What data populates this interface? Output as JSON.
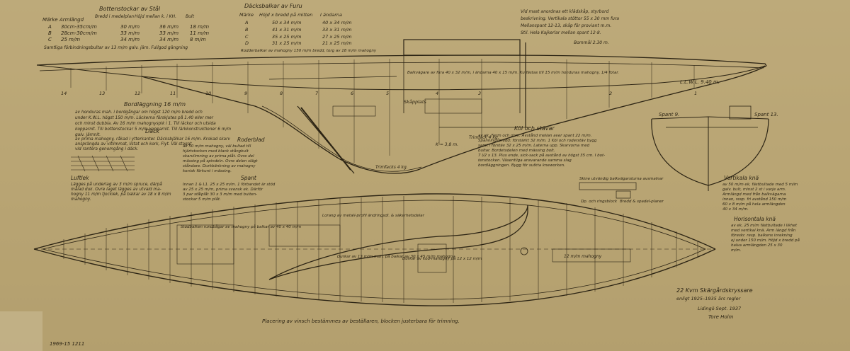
{
  "tables": {
    "col_a_header": "Märke",
    "col_b_header": "Armlängd",
    "bottenstock_title": "Bottenstockar av Stål",
    "bottenstock_cols": [
      "Bredd i medelplan",
      "Höjd mellan k. i KH.",
      "Bult"
    ],
    "bottenstock_rows": [
      [
        "A",
        "30cm-35cm/m",
        "30 m/m",
        "36 m/m",
        "18 m/m"
      ],
      [
        "B",
        "28cm-30cm/m",
        "33 m/m",
        "33 m/m",
        "11 m/m"
      ],
      [
        "C",
        "25 m/m",
        "34 m/m",
        "34 m/m",
        "8 m/m"
      ]
    ],
    "bottenstock_note": "Samtliga förbindningsbultar av 13 m/m galv. järn. Fullgod gängning",
    "dack_title": "Däcksbalkar av Furu",
    "dack_cols": [
      "Märke",
      "Höjd x bredd på mitten",
      "I ändarna"
    ],
    "dack_rows": [
      [
        "A",
        "50 x 34 m/m",
        "40 x 34 m/m"
      ],
      [
        "B",
        "41 x 31 m/m",
        "33 x 31 m/m"
      ],
      [
        "C",
        "35 x 25 m/m",
        "27 x 25 m/m"
      ],
      [
        "D",
        "31 x 25 m/m",
        "21 x 25 m/m"
      ]
    ],
    "dack_note": "Rodderbalkar av mahogny 150 m/m bredd, torg av 18 m/m mahogny"
  },
  "notes": {
    "top_right": [
      "Vid mast anordnas ett klädskåp, styrbord",
      "beskrivning. Vertikala stöttor 55 x 30 mm fura",
      "Mellanspant 12-13, skåp för proviant m.m.",
      "Stil. Hela Kajkerlar mellan spant 12-8."
    ],
    "bommar": "Bommål 2.30 m.",
    "bordlaggning_title": "Bordläggning 16 m/m",
    "bordlaggning_text": [
      "av honduras mah. i bordgångar om högst 120 m/m bredd och",
      "under K.W.L. högst 150 m/m. Läckerna förskjutes på 1.40 eller mer",
      "och minst dubbla. Av 16 m/m mahognyspik i 1. Till läckor och utsida",
      "kopparnit. Till bottenstockar 5 m/m kopparnit. Till lärkkonstruktioner 6 m/m",
      "galv. järnnit."
    ],
    "dack_heading": "Däck",
    "dack_text": [
      "av prima mahogny, råkad i ytterkanter. Däcksbjälkar 16 m/m. Krokad skarv",
      "ansprängda av vitlimmat, listat och kork, Flyt. Väl stagat",
      "vid rantera genomgång i däck."
    ],
    "luftlek_title": "Luftlek",
    "luftlek_text": [
      "Lägges på underlag av 3 m/m spruce, därpå",
      "målad duk. Ovre laget lägges av utvald ma-",
      "hogny 11 m/m tjocklek, på balkar av 18 x 8 m/m",
      "mahogny."
    ],
    "roder_title": "Roderblad",
    "roder_text": [
      "av 50 m/m mahogny, väl bultad till",
      "hjärtstocken med blank stångbult",
      "skarvlimning av prima plåt. Ovre del",
      "mässing på spindeln. Ovre delen slägt",
      "ståndare. Durkbänkning av mahogny",
      "konisk förkunt i mässing."
    ],
    "spant_title": "Spant",
    "spant_text": [
      "Innan 1 & L1. 25 x 25 m/m. 1 förbandet är stöd",
      "av 25 x 25 m/m, prima svensk ek. Därför",
      "3 par stålplåt 30 x 3 m/m med bulten-",
      "stockar 5 m/m plåt."
    ],
    "kol_title": "Köl och stävar",
    "kol_text": [
      "av ek. Ferm och ohm. Avstånd mellan aver spant 22 m/m.",
      "Spanningsbredd: förstärkt 32 m/m. 1 Köl och roderstäv bygg",
      "samt i förstäv 32 x 25 m/m. Laterna upp. Skarvorna med",
      "bultar. Bordetsdelen med mässing bolt.",
      "7 l/2 x 13. Plus ende, sick-sack på avstånd av högst 35 cm. I bot-",
      "tenstocken. Väsentliga ansvarande samma slag",
      "bordläggningen. Bygg för sutkta kneworken."
    ],
    "vert_title": "Vertikala knä",
    "vert_text": [
      "av 50 m/m ek, fästbultade med 5 m/m",
      "galv. bult, minst 2 st i varje arm.",
      "Armlängd med från balkvägarna",
      "innan, resp. fri avstånd 150 m/m",
      "60 x 8 m/m på hela armlängden",
      "40 x 34 m/m."
    ],
    "horiz_title": "Horisontala knä",
    "horiz_text": [
      "av ek, 25 m/m fästbultade i likhet",
      "med vertikal knä. Arm längd från",
      "föreskr. resp. balkens inrekning",
      "ej under 150 m/m. Höjd x bredd på",
      "halva armlängden 25 x 30",
      "m/m."
    ],
    "inside_1": "Stödbalken rundbågar av mahogny på balkar av 40 x 40 m/m",
    "inside_2": "Lorang av metall-profil ändringsdl. & säkerhetsdelar",
    "inside_3": "Durkar av 13 m/m mah. på balkar av 30 x 45 m/m mahogny",
    "inside_4": "Durkar av kod-mahogny på 12 x 12 m/m",
    "inside_5": "12 m/m mahogny",
    "skine": "Skine utvändig balkvägarsturna avsmalnar",
    "dp": "Dp. och ringsblock",
    "bredd": "Bredd & spadel-planer",
    "balk_note": "Balkvägare av fura 40 x 32 m/m, i ändarna 40 x 15 m/m. Ku fästas till 15 m/m honduras mahogny, 1/4 fotar.",
    "skapplats": "Skåpplats",
    "trimfack": "Trimfack 4 kg.",
    "trimfacks": "Trimfacks 4 kg.",
    "lwl": "L.L.W.L. 9.40 m.",
    "k": "K = 3,8 m.",
    "spant9": "Spant 9.",
    "spant13": "Spant 13.",
    "plc": "Placering av vinsch bestämmes av beställaren, blocken justerbara för trimning.",
    "sign_1": "22 Kvm Skärgårdskryssare",
    "sign_2": "enligt 1925–1935 års regler",
    "sign_3": "Lidingö Sept. 1937",
    "sign_4": "Tore Holm",
    "station_nums": [
      "1",
      "2",
      "3",
      "4",
      "5",
      "6",
      "7",
      "8",
      "9",
      "10",
      "11",
      "12",
      "13",
      "14"
    ],
    "archive": "1969-15 1211"
  }
}
